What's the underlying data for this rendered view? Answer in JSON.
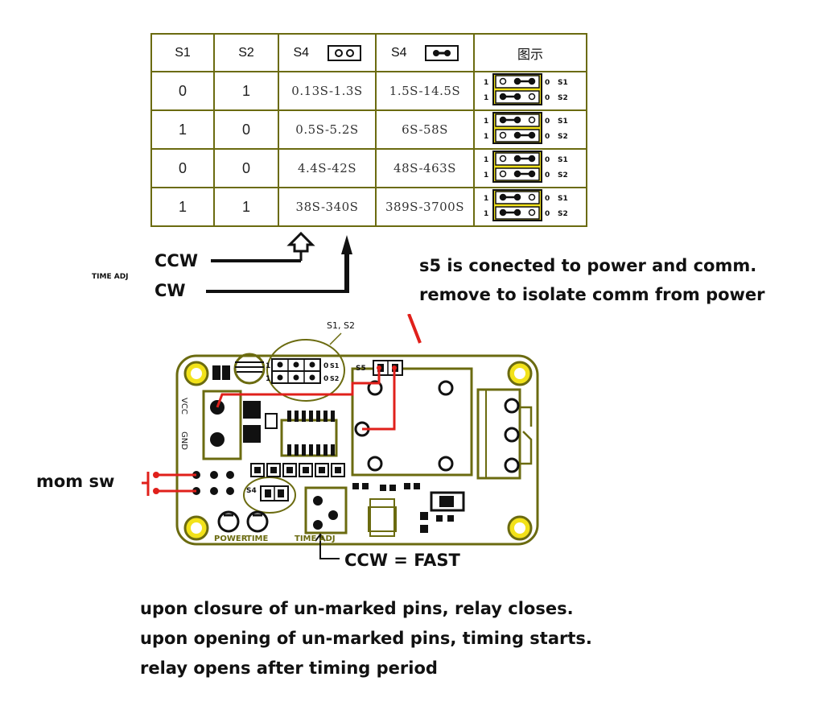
{
  "table": {
    "headers": {
      "s1": "S1",
      "s2": "S2",
      "s4_open": "S4",
      "s4_closed": "S4",
      "diagram": "图示"
    },
    "rows": [
      {
        "s1": "0",
        "s2": "1",
        "t_open": "0.13S-1.3S",
        "t_closed": "1.5S-14.5S",
        "s1_state": "closed-right",
        "s2_state": "closed-left"
      },
      {
        "s1": "1",
        "s2": "0",
        "t_open": "0.5S-5.2S",
        "t_closed": "6S-58S",
        "s1_state": "closed-left",
        "s2_state": "closed-right"
      },
      {
        "s1": "0",
        "s2": "0",
        "t_open": "4.4S-42S",
        "t_closed": "48S-463S",
        "s1_state": "closed-right",
        "s2_state": "closed-right"
      },
      {
        "s1": "1",
        "s2": "1",
        "t_open": "38S-340S",
        "t_closed": "389S-3700S",
        "s1_state": "closed-left",
        "s2_state": "closed-left"
      }
    ],
    "jumper_labels": {
      "one": "1",
      "zero": "0",
      "s1": "S1",
      "s2": "S2"
    }
  },
  "annotations": {
    "ccw": "CCW",
    "cw": "CW",
    "time_adj": "TIME ADJ",
    "s5_note_line1": "s5 is conected to power and comm.",
    "s5_note_line2": "remove to isolate comm from power",
    "mom_sw": "mom sw",
    "ccw_fast": "CCW = FAST",
    "footer_line1": "upon closure of un-marked pins, relay closes.",
    "footer_line2": "upon opening of un-marked pins, timing starts.",
    "footer_line3": "relay opens after timing period"
  },
  "board": {
    "s1s2_label": "S1, S2",
    "s5_label": "S5",
    "vcc_label": "VCC",
    "gnd_label": "GND",
    "s4_label": "S4",
    "power_label": "POWER",
    "time_label": "TIME",
    "time_adj_label": "TIME ADJ",
    "jumper_one": "1",
    "jumper_zero": "0",
    "jumper_s1": "S1",
    "jumper_s2": "S2"
  },
  "colors": {
    "pcb_outline": "#6b6b10",
    "jumper_yellow": "#f2e21a",
    "wire_red": "#e0201b",
    "text_dark": "#111111"
  }
}
